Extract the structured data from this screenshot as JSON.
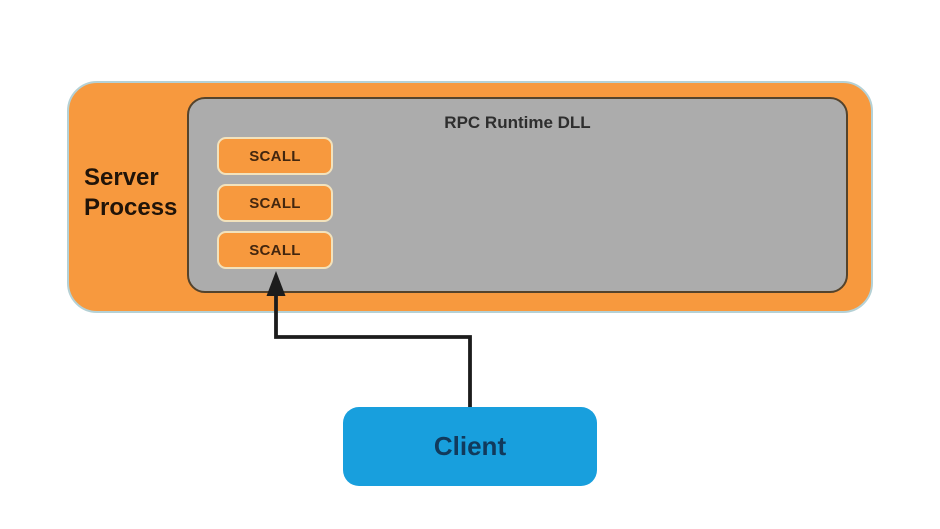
{
  "diagram": {
    "server_process": {
      "label": "Server Process"
    },
    "rpc_runtime": {
      "label": "RPC Runtime DLL"
    },
    "scalls": [
      {
        "label": "SCALL"
      },
      {
        "label": "SCALL"
      },
      {
        "label": "SCALL"
      }
    ],
    "client": {
      "label": "Client"
    },
    "arrow": {
      "from": "client-box",
      "to": "scall-box-3"
    }
  },
  "colors": {
    "background": "#FFFFFF",
    "orange": "#F7993E",
    "orange-outline": "#B5D1D5",
    "gray": "#ACACAC",
    "gray-border": "#54432C",
    "scall-border": "#F2E2BC",
    "scall-text": "#42260F",
    "server-text": "#201409",
    "rpc-text": "#2E2E2E",
    "blue": "#189FDD",
    "client-text": "#113A5C",
    "arrow": "#1C1C1C"
  }
}
